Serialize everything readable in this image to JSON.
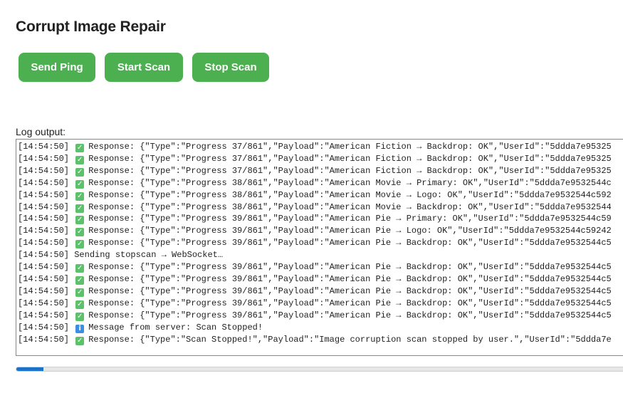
{
  "title": "Corrupt Image Repair",
  "buttons": {
    "ping": "Send Ping",
    "start": "Start Scan",
    "stop": "Stop Scan"
  },
  "colors": {
    "button": "#4caf50",
    "progress": "#1a73c8"
  },
  "log_label": "Log output:",
  "log": [
    {
      "icon": "check-icon",
      "text": "[14:54:50]",
      "msg": "Response: {\"Type\":\"Progress 37/861\",\"Payload\":\"American Fiction → Backdrop: OK\",\"UserId\":\"5ddda7e95325"
    },
    {
      "icon": "check-icon",
      "text": "[14:54:50]",
      "msg": "Response: {\"Type\":\"Progress 37/861\",\"Payload\":\"American Fiction → Backdrop: OK\",\"UserId\":\"5ddda7e95325"
    },
    {
      "icon": "check-icon",
      "text": "[14:54:50]",
      "msg": "Response: {\"Type\":\"Progress 37/861\",\"Payload\":\"American Fiction → Backdrop: OK\",\"UserId\":\"5ddda7e95325"
    },
    {
      "icon": "check-icon",
      "text": "[14:54:50]",
      "msg": "Response: {\"Type\":\"Progress 38/861\",\"Payload\":\"American Movie → Primary: OK\",\"UserId\":\"5ddda7e9532544c"
    },
    {
      "icon": "check-icon",
      "text": "[14:54:50]",
      "msg": "Response: {\"Type\":\"Progress 38/861\",\"Payload\":\"American Movie → Logo: OK\",\"UserId\":\"5ddda7e9532544c592"
    },
    {
      "icon": "check-icon",
      "text": "[14:54:50]",
      "msg": "Response: {\"Type\":\"Progress 38/861\",\"Payload\":\"American Movie → Backdrop: OK\",\"UserId\":\"5ddda7e9532544"
    },
    {
      "icon": "check-icon",
      "text": "[14:54:50]",
      "msg": "Response: {\"Type\":\"Progress 39/861\",\"Payload\":\"American Pie → Primary: OK\",\"UserId\":\"5ddda7e9532544c59"
    },
    {
      "icon": "check-icon",
      "text": "[14:54:50]",
      "msg": "Response: {\"Type\":\"Progress 39/861\",\"Payload\":\"American Pie → Logo: OK\",\"UserId\":\"5ddda7e9532544c59242"
    },
    {
      "icon": "check-icon",
      "text": "[14:54:50]",
      "msg": "Response: {\"Type\":\"Progress 39/861\",\"Payload\":\"American Pie → Backdrop: OK\",\"UserId\":\"5ddda7e9532544c5"
    },
    {
      "icon": "",
      "text": "[14:54:50]",
      "msg": "Sending stopscan → WebSocket…"
    },
    {
      "icon": "check-icon",
      "text": "[14:54:50]",
      "msg": "Response: {\"Type\":\"Progress 39/861\",\"Payload\":\"American Pie → Backdrop: OK\",\"UserId\":\"5ddda7e9532544c5"
    },
    {
      "icon": "check-icon",
      "text": "[14:54:50]",
      "msg": "Response: {\"Type\":\"Progress 39/861\",\"Payload\":\"American Pie → Backdrop: OK\",\"UserId\":\"5ddda7e9532544c5"
    },
    {
      "icon": "check-icon",
      "text": "[14:54:50]",
      "msg": "Response: {\"Type\":\"Progress 39/861\",\"Payload\":\"American Pie → Backdrop: OK\",\"UserId\":\"5ddda7e9532544c5"
    },
    {
      "icon": "check-icon",
      "text": "[14:54:50]",
      "msg": "Response: {\"Type\":\"Progress 39/861\",\"Payload\":\"American Pie → Backdrop: OK\",\"UserId\":\"5ddda7e9532544c5"
    },
    {
      "icon": "check-icon",
      "text": "[14:54:50]",
      "msg": "Response: {\"Type\":\"Progress 39/861\",\"Payload\":\"American Pie → Backdrop: OK\",\"UserId\":\"5ddda7e9532544c5"
    },
    {
      "icon": "info-icon",
      "text": "[14:54:50]",
      "msg": "Message from server: Scan Stopped!"
    },
    {
      "icon": "check-icon",
      "text": "[14:54:50]",
      "msg": "Response: {\"Type\":\"Scan Stopped!\",\"Payload\":\"Image corruption scan stopped by user.\",\"UserId\":\"5ddda7e"
    }
  ],
  "progress_percent": 4.5
}
